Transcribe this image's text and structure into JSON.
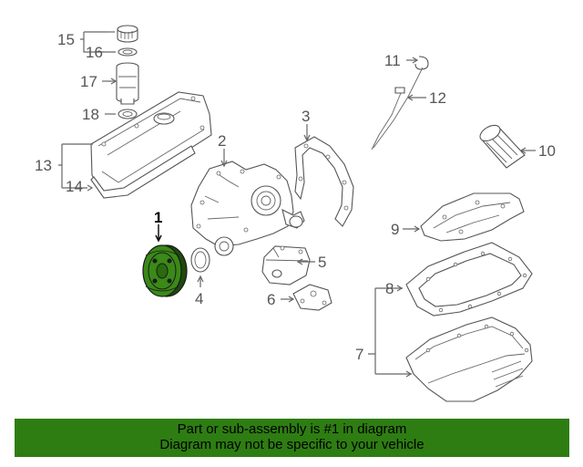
{
  "banner": {
    "line1": "Part or sub-assembly is #1 in diagram",
    "line2": "Diagram may not be specific to your vehicle",
    "color": "#2e7d12"
  },
  "highlight_color": "#3a8a17",
  "callouts": [
    "1",
    "2",
    "3",
    "4",
    "5",
    "6",
    "7",
    "8",
    "9",
    "10",
    "11",
    "12",
    "13",
    "14",
    "15",
    "16",
    "17",
    "18"
  ]
}
